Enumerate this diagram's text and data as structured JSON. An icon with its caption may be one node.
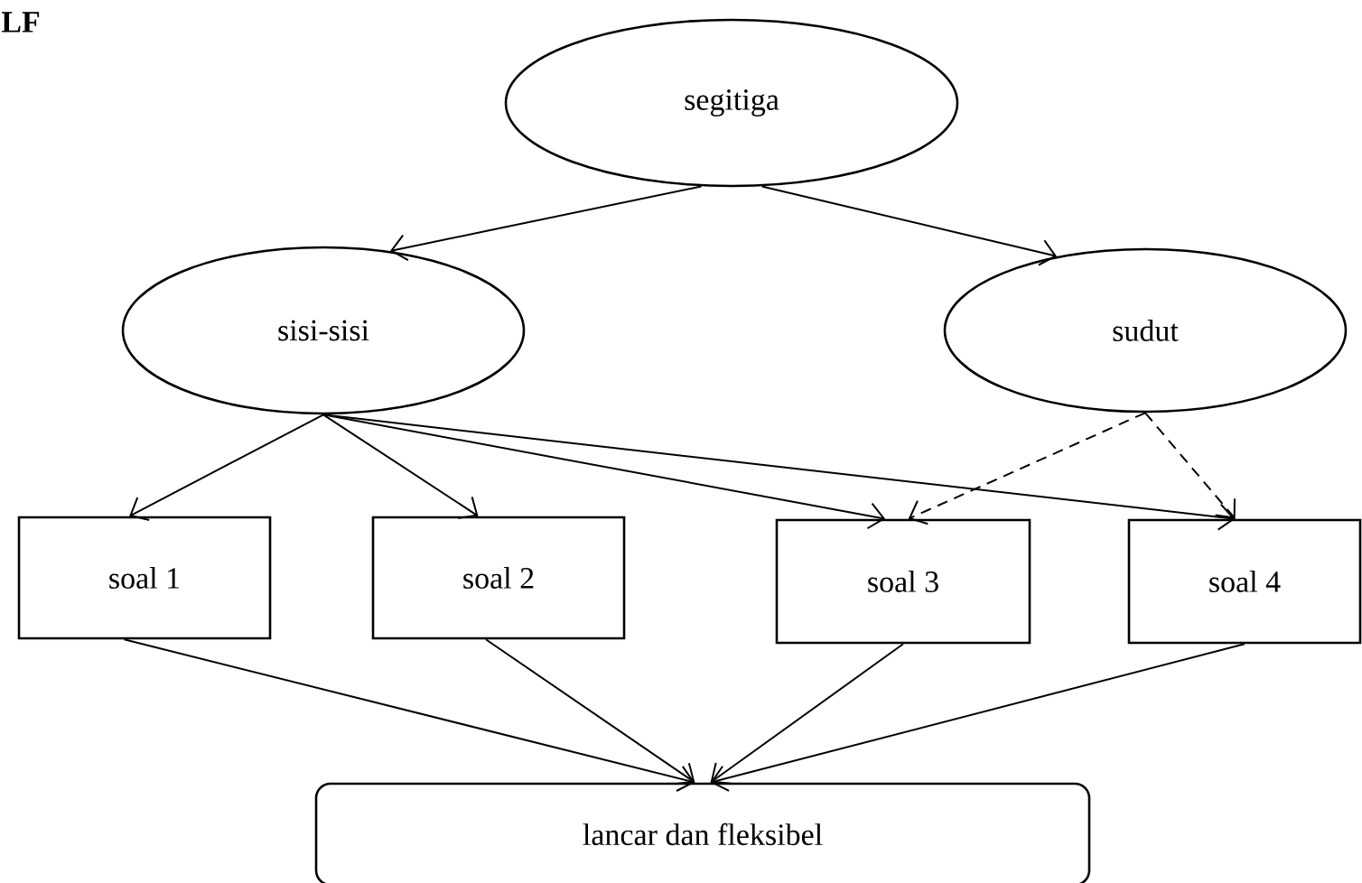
{
  "diagram": {
    "nodes": [
      {
        "text": [
          "segitiga"
        ]
      },
      {
        "text": [
          "sisi-sisi"
        ]
      },
      {
        "text": [
          "sudut"
        ]
      },
      {
        "text": [
          "soal 1"
        ]
      },
      {
        "text": [
          "soal 2"
        ]
      },
      {
        "text": [
          "soal 3"
        ]
      },
      {
        "text": [
          "soal 4"
        ]
      },
      {
        "text": [
          "lancar dan fleksibel"
        ]
      }
    ],
    "edges": [
      {
        "from": 0,
        "to": 1,
        "arrow": "to"
      },
      {
        "from": 0,
        "to": 2,
        "arrow": "to"
      },
      {
        "from": 1,
        "to": 3,
        "arrow": "to"
      },
      {
        "from": 1,
        "to": 4,
        "arrow": "to"
      },
      {
        "from": 1,
        "to": 5,
        "arrow": "to"
      },
      {
        "from": 1,
        "to": 6,
        "arrow": "to"
      },
      {
        "from": 2,
        "to": 5,
        "arrow": "to",
        "style": "dashed"
      },
      {
        "from": 2,
        "to": 6,
        "arrow": "to",
        "style": "dashed"
      },
      {
        "from": 3,
        "to": 7,
        "arrow": "to"
      },
      {
        "from": 4,
        "to": 7,
        "arrow": "to"
      },
      {
        "from": 5,
        "to": 7,
        "arrow": "to"
      },
      {
        "from": 6,
        "to": 7,
        "arrow": "to"
      }
    ],
    "labels": [
      "LF"
    ]
  }
}
